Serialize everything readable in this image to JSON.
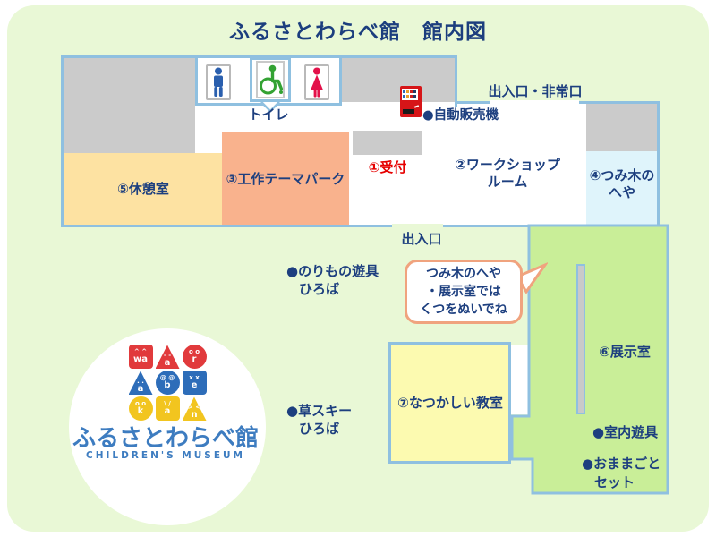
{
  "title": "ふるさとわらべ館　館内図",
  "plan": {
    "toilet_label": "トイレ",
    "exit_top_label": "出入口・非常口",
    "exit_bottom_label": "出入口",
    "vending_label": "●自動販売機",
    "rooms": {
      "reception": "①受付",
      "workshop_line1": "②ワークショップ",
      "workshop_line2": "ルーム",
      "craft": "③工作テーマパーク",
      "tsumiki_line1": "④つみ木の",
      "tsumiki_line2": "へや",
      "rest": "⑤休憩室",
      "exhibit": "⑥展示室",
      "classroom": "⑦なつかしい教室"
    },
    "outdoor": {
      "norimono_line1": "●のりもの遊具",
      "norimono_line2": "ひろば",
      "kusaski_line1": "●草スキー",
      "kusaski_line2": "ひろば",
      "indoor_toys": "●室内遊具",
      "omamagoto_line1": "●おままごと",
      "omamagoto_line2": "セット"
    },
    "bubble": {
      "line1": "つみ木のへや",
      "line2": "・展示室では",
      "line3": "くつをぬいでね"
    },
    "icons": [
      "male-toilet-icon",
      "wheelchair-icon",
      "female-toilet-icon",
      "vending-machine-icon"
    ]
  },
  "logo": {
    "name": "ふるさとわらべ館",
    "subtitle": "CHILDREN'S MUSEUM",
    "blocks": [
      {
        "shape": "square",
        "color": "#e13a3c",
        "face": "^ ^",
        "letter": "wa"
      },
      {
        "shape": "triangle",
        "color": "#e13a3c",
        "face": "- -",
        "letter": "a"
      },
      {
        "shape": "circle",
        "color": "#e13a3c",
        "face": "o o",
        "letter": "r"
      },
      {
        "shape": "triangle",
        "color": "#2d6db9",
        "face": ". .",
        "letter": "a"
      },
      {
        "shape": "circle",
        "color": "#2d6db9",
        "face": "@ @",
        "letter": "b"
      },
      {
        "shape": "square",
        "color": "#2d6db9",
        "face": "x x",
        "letter": "e"
      },
      {
        "shape": "circle",
        "color": "#f2c51f",
        "face": "o o",
        "letter": "k"
      },
      {
        "shape": "square",
        "color": "#f2c51f",
        "face": "\\ /",
        "letter": "a"
      },
      {
        "shape": "triangle",
        "color": "#f2c51f",
        "face": "> <",
        "letter": "n"
      }
    ]
  },
  "colors": {
    "background_green": "#e9f8d6",
    "exhibit_green": "#c9ee98",
    "rest_room_yellow": "#fde2a2",
    "craft_orange": "#f9b28d",
    "tsumiki_blue": "#dff4fb",
    "classroom_yellow": "#fcfab0",
    "wall_gray": "#cbcbcb",
    "outline_blue": "#8fc0e0",
    "text_blue": "#1d3f7f",
    "reception_red": "#e60000",
    "bubble_border_orange": "#f0a37e",
    "logo_text_blue": "#3d7cc0",
    "vending_red": "#d61518"
  }
}
